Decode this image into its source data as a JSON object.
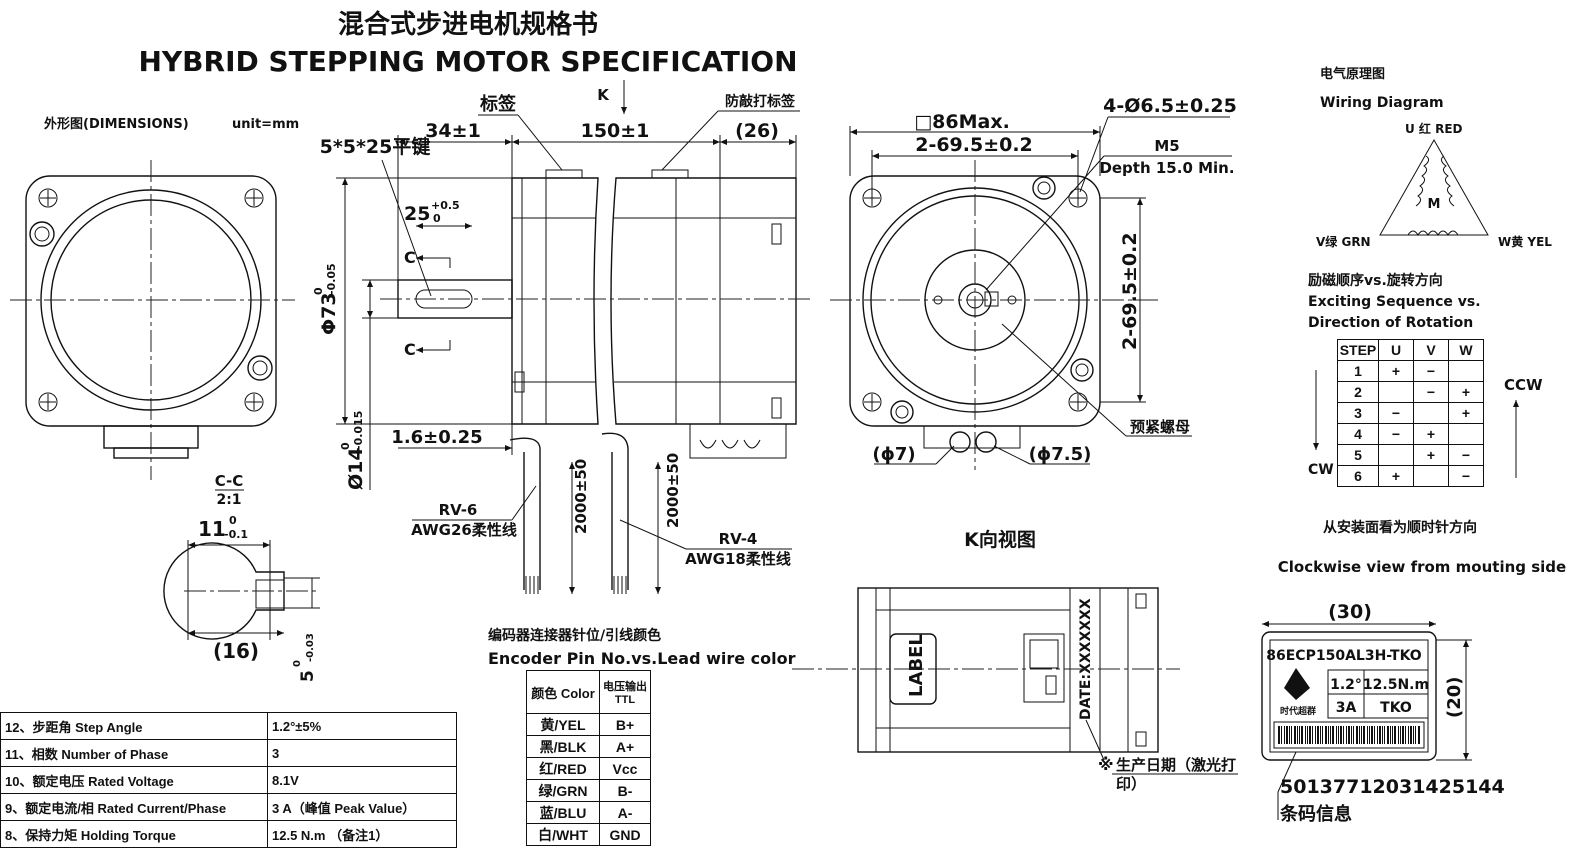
{
  "title": {
    "cn": "混合式步进电机规格书",
    "en": "HYBRID STEPPING MOTOR SPECIFICATION"
  },
  "dims_label": "外形图(DIMENSIONS)",
  "unit_label": "unit=mm",
  "side_view": {
    "key": "5*5*25平键",
    "dim_34": "34±1",
    "label_tag": "标签",
    "k_mark": "K",
    "dim_150": "150±1",
    "anti_tag": "防敲打标签",
    "dim_26": "(26)",
    "dim_25": "25",
    "dim_25_tol": "+0.5",
    "dim_25_tol2": "0",
    "c_mark": "C",
    "phi73": "Φ73",
    "phi73_tol1": "0",
    "phi73_tol2": "-0.05",
    "phi14": "Ø14",
    "phi14_tol1": "0",
    "phi14_tol2": "-0.015",
    "dim_16": "1.6±0.25",
    "rv6": "RV-6",
    "awg26": "AWG26柔性线",
    "len1": "2000±50",
    "len2": "2000±50",
    "rv4": "RV-4",
    "awg18": "AWG18柔性线"
  },
  "section": {
    "name": "C-C",
    "scale": "2:1",
    "dim_11": "11",
    "dim_11_tol1": "0",
    "dim_11_tol2": "-0.1",
    "dim_16": "(16)",
    "dim_5": "5",
    "dim_5_tol1": "0",
    "dim_5_tol2": "-0.03"
  },
  "front_view": {
    "sq86": "□86Max.",
    "holes": "4-Ø6.5±0.25",
    "pitch_h": "2-69.5±0.2",
    "m5": "M5",
    "depth": "Depth 15.0 Min.",
    "pitch_v": "2-69.5±0.2",
    "nut": "预紧螺母",
    "phi7": "(ϕ7)",
    "phi75": "(ϕ7.5)"
  },
  "k_view": {
    "title": "K向视图",
    "label": "LABEL",
    "date": "DATE:XXXXXXX",
    "note_mark": "※",
    "note1": "生产日期（激光打",
    "note2": "印）"
  },
  "wiring": {
    "cn": "电气原理图",
    "en": "Wiring Diagram",
    "u": "U 红 RED",
    "v": "V绿 GRN",
    "w": "W黄 YEL",
    "m": "M"
  },
  "sequence": {
    "title_cn": "励磁顺序vs.旋转方向",
    "title_en1": "Exciting Sequence vs.",
    "title_en2": "Direction of Rotation",
    "headers": [
      "STEP",
      "U",
      "V",
      "W"
    ],
    "rows": [
      [
        "1",
        "+",
        "−",
        ""
      ],
      [
        "2",
        "",
        "−",
        "+"
      ],
      [
        "3",
        "−",
        "",
        "+"
      ],
      [
        "4",
        "−",
        "+",
        ""
      ],
      [
        "5",
        "",
        "+",
        "−"
      ],
      [
        "6",
        "+",
        "",
        "−"
      ]
    ],
    "ccw": "CCW",
    "cw": "CW",
    "note_cn": "从安装面看为顺时针方向",
    "note_en": "Clockwise view from mouting side"
  },
  "nameplate": {
    "w": "(30)",
    "h": "(20)",
    "model": "86ECP150AL3H-TKO",
    "angle": "1.2°",
    "torque": "12.5N.m",
    "current": "3A",
    "code": "TKO",
    "brand": "时代超群",
    "barcode_no": "50137712031425144",
    "barcode_label": "条码信息"
  },
  "encoder": {
    "title_cn": "编码器连接器针位/引线颜色",
    "title_en": "Encoder Pin No.vs.Lead wire color",
    "h1": "颜色 Color",
    "h2": "电压输出 TTL",
    "rows": [
      [
        "黄/YEL",
        "B+"
      ],
      [
        "黑/BLK",
        "A+"
      ],
      [
        "红/RED",
        "Vcc"
      ],
      [
        "绿/GRN",
        "B-"
      ],
      [
        "蓝/BLU",
        "A-"
      ],
      [
        "白/WHT",
        "GND"
      ]
    ]
  },
  "spec": [
    [
      "12、步距角 Step Angle",
      "1.2°±5%"
    ],
    [
      "11、相数 Number of Phase",
      "3"
    ],
    [
      "10、额定电压 Rated Voltage",
      "8.1V"
    ],
    [
      "9、额定电流/相 Rated Current/Phase",
      "3 A（峰值 Peak Value）"
    ],
    [
      "8、保持力矩 Holding Torque",
      "12.5 N.m （备注1）"
    ]
  ]
}
